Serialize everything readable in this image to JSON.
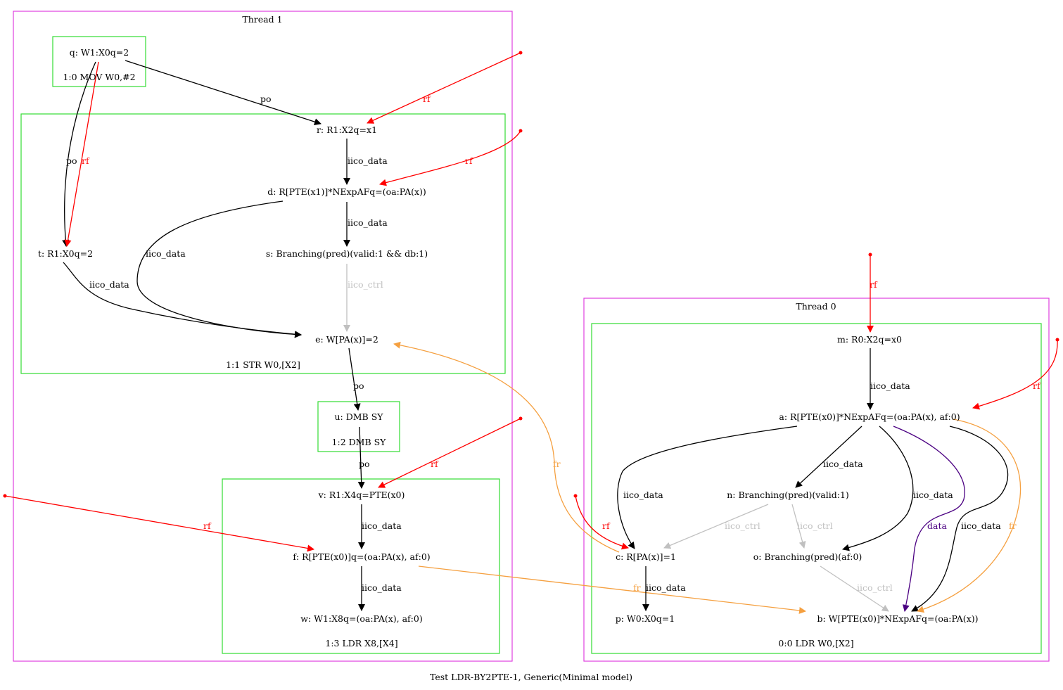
{
  "title": "Test LDR-BY2PTE-1, Generic(Minimal model)",
  "clusters": [
    {
      "id": "thread1",
      "label": "Thread 1"
    },
    {
      "id": "thread0",
      "label": "Thread 0"
    },
    {
      "id": "g_q",
      "label": "1:0 MOV W0,#2"
    },
    {
      "id": "g_r",
      "label": "1:1 STR W0,[X2]"
    },
    {
      "id": "g_u",
      "label": "1:2 DMB SY"
    },
    {
      "id": "g_v",
      "label": "1:3 LDR X8,[X4]"
    },
    {
      "id": "g_m",
      "label": "0:0 LDR W0,[X2]"
    }
  ],
  "nodes": {
    "q": "q: W1:X0q=2",
    "r": "r: R1:X2q=x1",
    "d": "d: R[PTE(x1)]*NExpAFq=(oa:PA(x))",
    "t": "t: R1:X0q=2",
    "s": "s: Branching(pred)(valid:1 && db:1)",
    "e": "e: W[PA(x)]=2",
    "u": "u: DMB SY",
    "v": "v: R1:X4q=PTE(x0)",
    "f": "f: R[PTE(x0)]q=(oa:PA(x), af:0)",
    "w": "w: W1:X8q=(oa:PA(x), af:0)",
    "m": "m: R0:X2q=x0",
    "a": "a: R[PTE(x0)]*NExpAFq=(oa:PA(x), af:0)",
    "n": "n: Branching(pred)(valid:1)",
    "c": "c: R[PA(x)]=1",
    "o": "o: Branching(pred)(af:0)",
    "p": "p: W0:X0q=1",
    "b": "b: W[PTE(x0)]*NExpAFq=(oa:PA(x))"
  },
  "edges": [
    {
      "id": "q-r",
      "label": "po"
    },
    {
      "id": "q-t-po",
      "label": "po"
    },
    {
      "id": "q-t-rf",
      "label": "rf"
    },
    {
      "id": "ext-r",
      "label": "rf"
    },
    {
      "id": "r-d",
      "label": "iico_data"
    },
    {
      "id": "ext-d",
      "label": "rf"
    },
    {
      "id": "d-s",
      "label": "iico_data"
    },
    {
      "id": "d-e",
      "label": "iico_data"
    },
    {
      "id": "t-e",
      "label": "iico_data"
    },
    {
      "id": "s-e",
      "label": "iico_ctrl"
    },
    {
      "id": "e-u",
      "label": "po"
    },
    {
      "id": "u-v",
      "label": "po"
    },
    {
      "id": "ext-v",
      "label": "rf"
    },
    {
      "id": "v-f",
      "label": "iico_data"
    },
    {
      "id": "ext-f",
      "label": "rf"
    },
    {
      "id": "f-w",
      "label": "iico_data"
    },
    {
      "id": "f-b",
      "label": "fr"
    },
    {
      "id": "c-e",
      "label": "fr"
    },
    {
      "id": "ext-m",
      "label": "rf"
    },
    {
      "id": "m-a",
      "label": "iico_data"
    },
    {
      "id": "ext-a",
      "label": "rf"
    },
    {
      "id": "a-n",
      "label": "iico_data"
    },
    {
      "id": "a-c",
      "label": "iico_data"
    },
    {
      "id": "a-o",
      "label": "iico_data"
    },
    {
      "id": "a-b-data",
      "label": "data"
    },
    {
      "id": "a-b-iico",
      "label": "iico_data"
    },
    {
      "id": "a-b-fr",
      "label": "fr"
    },
    {
      "id": "n-c",
      "label": "iico_ctrl"
    },
    {
      "id": "n-o",
      "label": "iico_ctrl"
    },
    {
      "id": "ext-c",
      "label": "rf"
    },
    {
      "id": "c-p",
      "label": "iico_data"
    },
    {
      "id": "o-b",
      "label": "iico_ctrl"
    }
  ],
  "colors": {
    "thread_border": "#e040e0",
    "group_border": "#33dd33",
    "po": "#000000",
    "rf": "#ff0000",
    "fr": "#f5a040",
    "ctrl": "#c0c0c0",
    "data": "#4b0082"
  }
}
